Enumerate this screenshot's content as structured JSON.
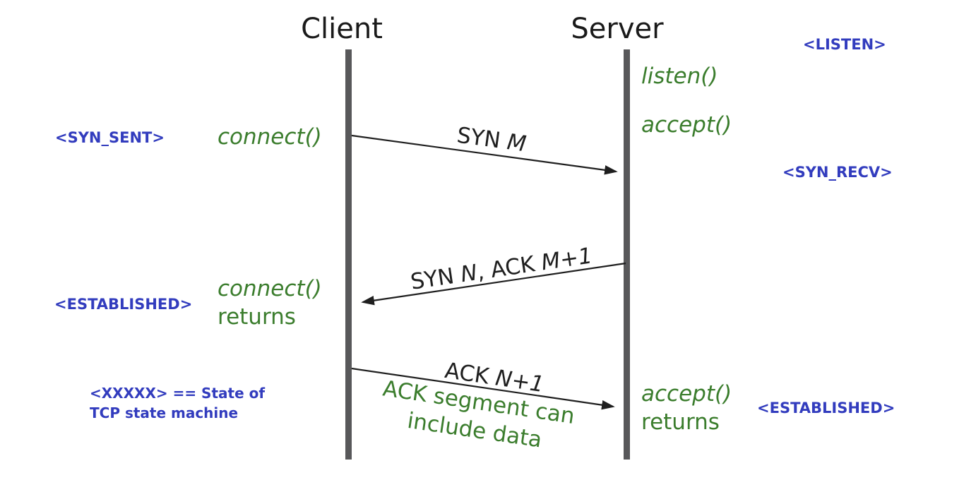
{
  "colors": {
    "green": "#3b7d2d",
    "blue": "#323cbe",
    "lifeline_gray": "#58585a",
    "arrow_black": "#1f1f1f",
    "heading_black": "#1a1a1a",
    "background": "#ffffff"
  },
  "headers": {
    "client": "Client",
    "server": "Server"
  },
  "states": {
    "listen": "<LISTEN>",
    "syn_sent": "<SYN_SENT>",
    "syn_recv": "<SYN_RECV>",
    "established_client": "<ESTABLISHED>",
    "established_server": "<ESTABLISHED>"
  },
  "calls": {
    "connect": "connect()",
    "listen": "listen()",
    "accept": "accept()",
    "connect_returns": {
      "func": "connect()",
      "suffix": "returns"
    },
    "accept_returns": {
      "func": "accept()",
      "suffix": "returns"
    }
  },
  "messages": [
    {
      "p1": "SYN ",
      "v1": "M",
      "direction": "client-to-server"
    },
    {
      "p1": "SYN ",
      "v1": "N",
      "p2": ", ACK ",
      "v2": "M+1",
      "direction": "server-to-client"
    },
    {
      "p1": "ACK ",
      "v1": "N+1",
      "direction": "client-to-server"
    }
  ],
  "notes": {
    "ack_note_line1": "ACK segment can",
    "ack_note_line2": "include data",
    "legend_line1": "<XXXXX> == State of",
    "legend_line2": "TCP state machine"
  }
}
